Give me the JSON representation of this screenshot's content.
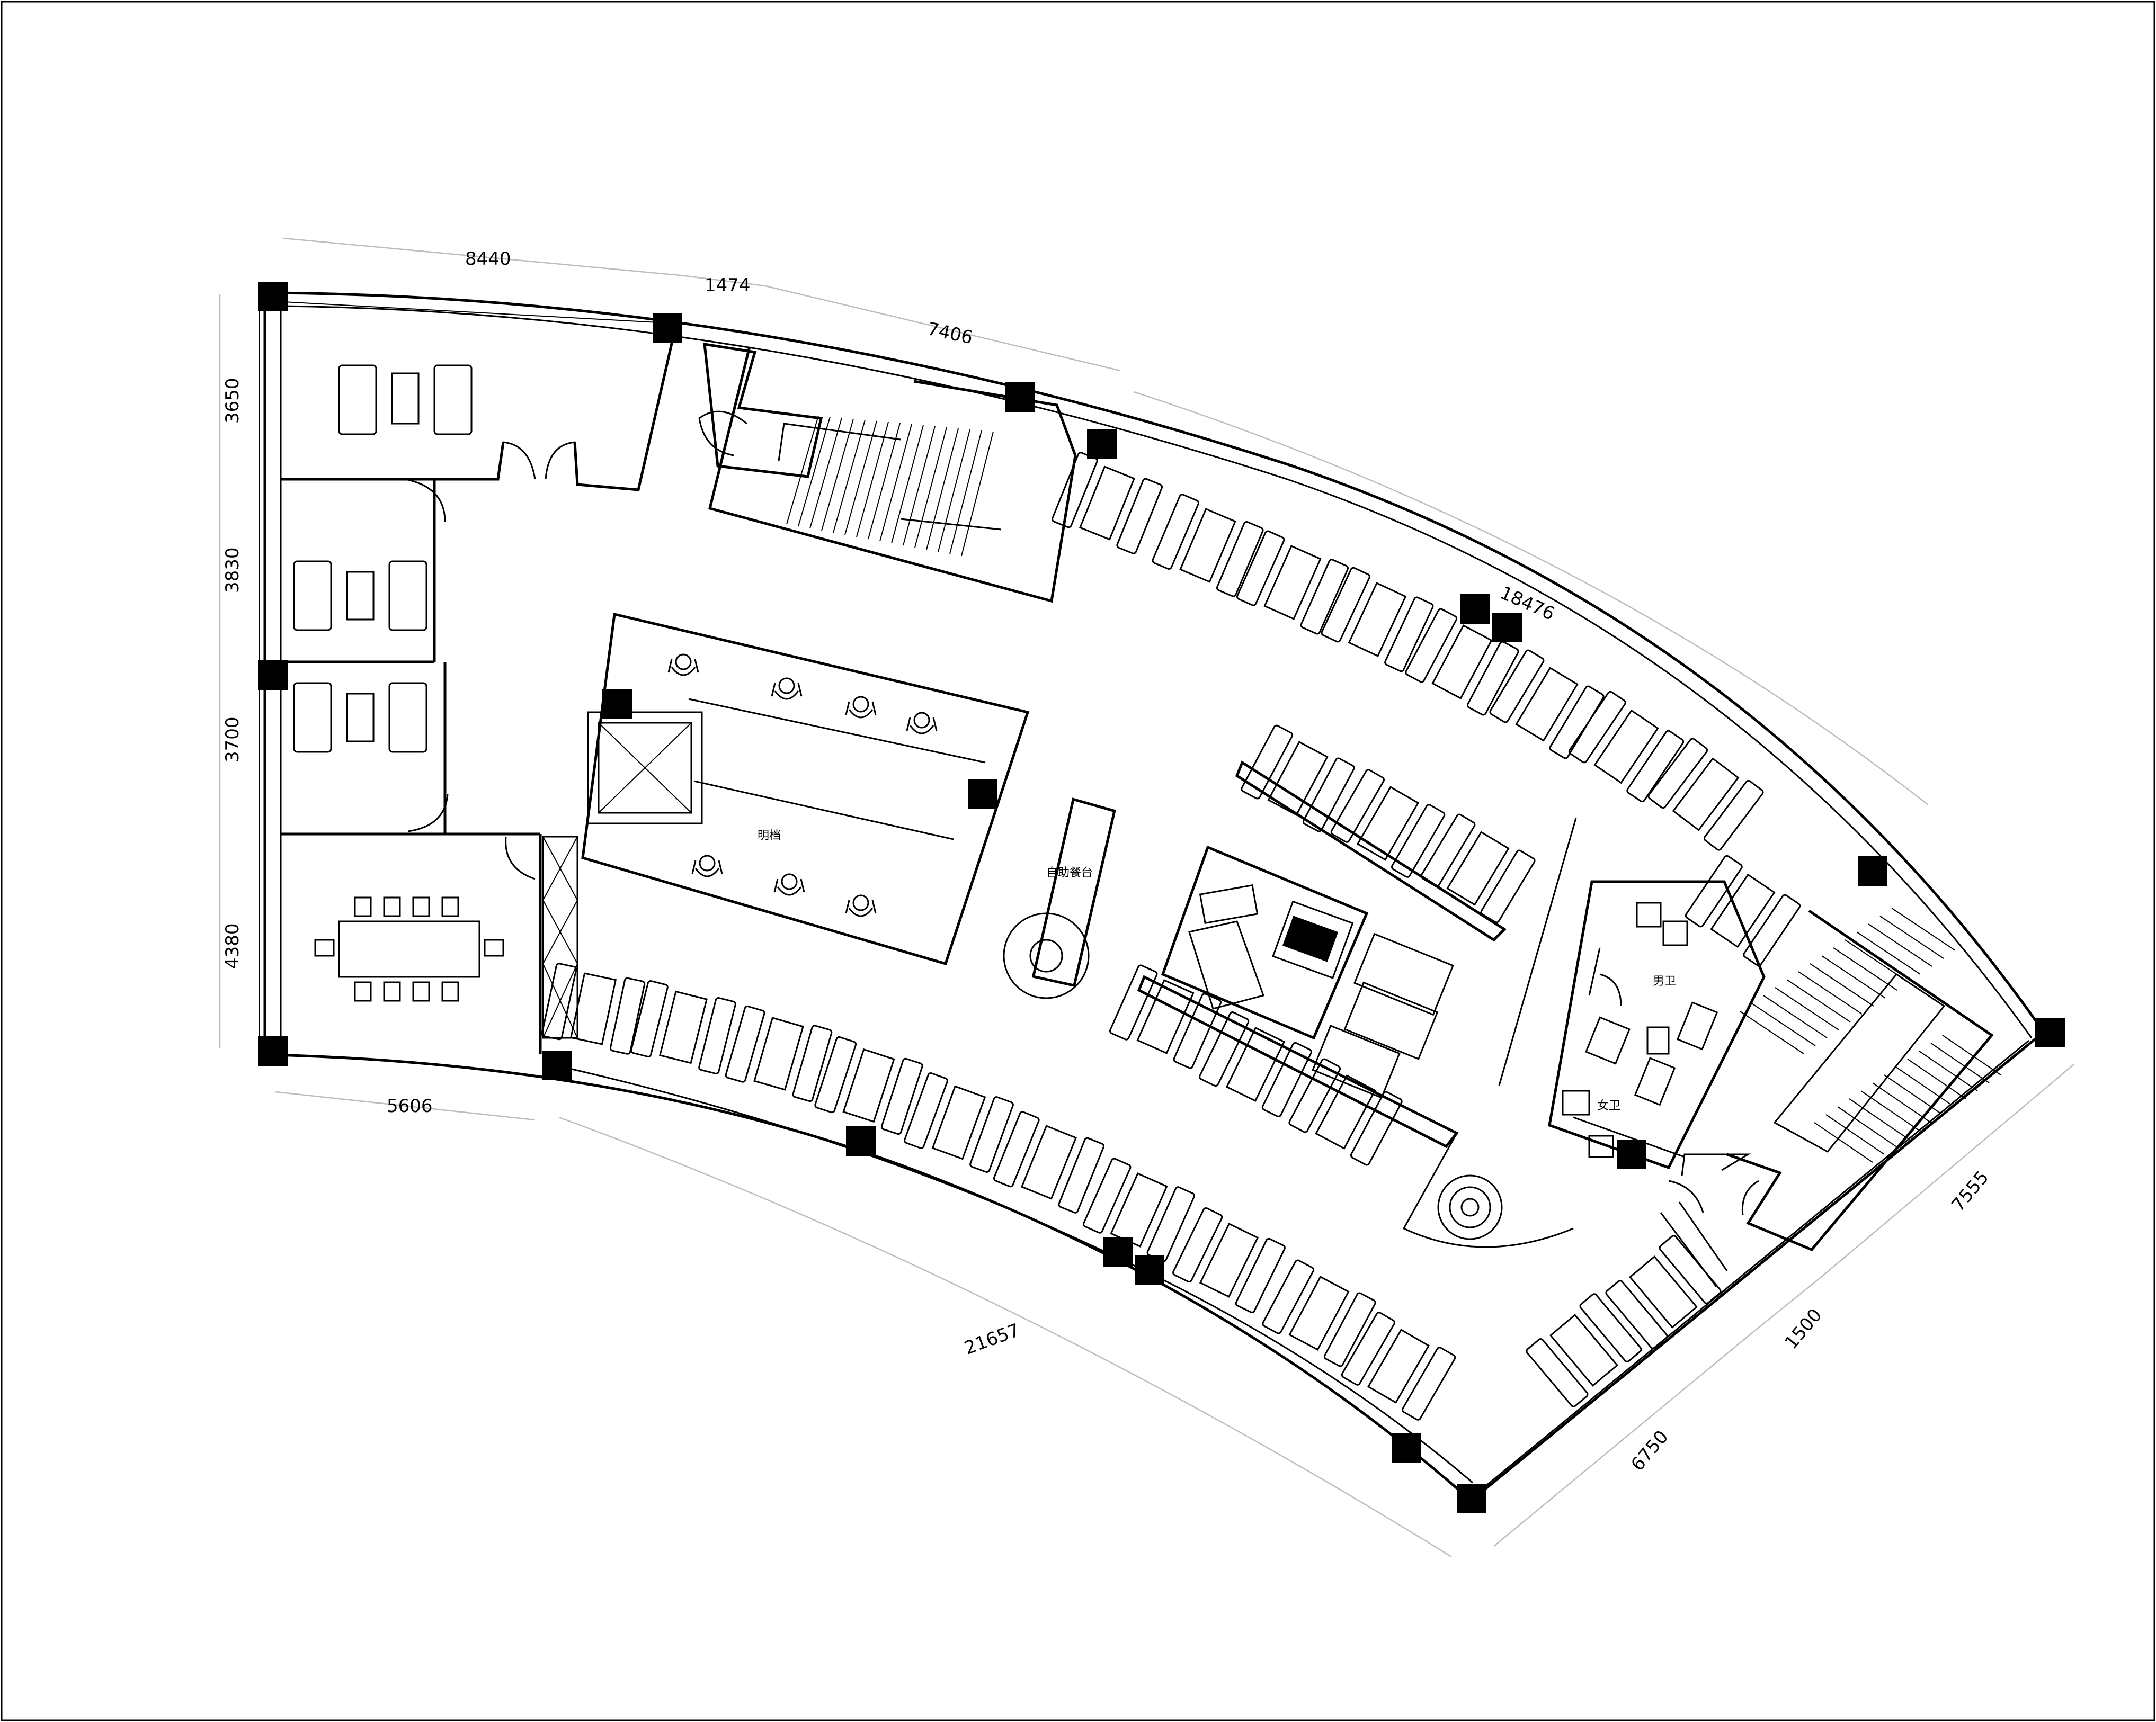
{
  "drawing": {
    "type": "architectural floor plan",
    "dimensions": {
      "top_1": "8440",
      "top_2": "1474",
      "top_3": "7406",
      "right_arc": "18476",
      "left_1": "3650",
      "left_2": "3830",
      "left_3": "3700",
      "left_4": "4380",
      "bottom_left": "5606",
      "bottom_arc": "21657",
      "bottom_right": "6750",
      "right_small": "1500",
      "right_end": "7555"
    },
    "rooms": {
      "open_kitchen": "明档",
      "buffet_counter": "自助餐台",
      "mens_wc": "男卫",
      "womens_wc": "女卫"
    }
  }
}
